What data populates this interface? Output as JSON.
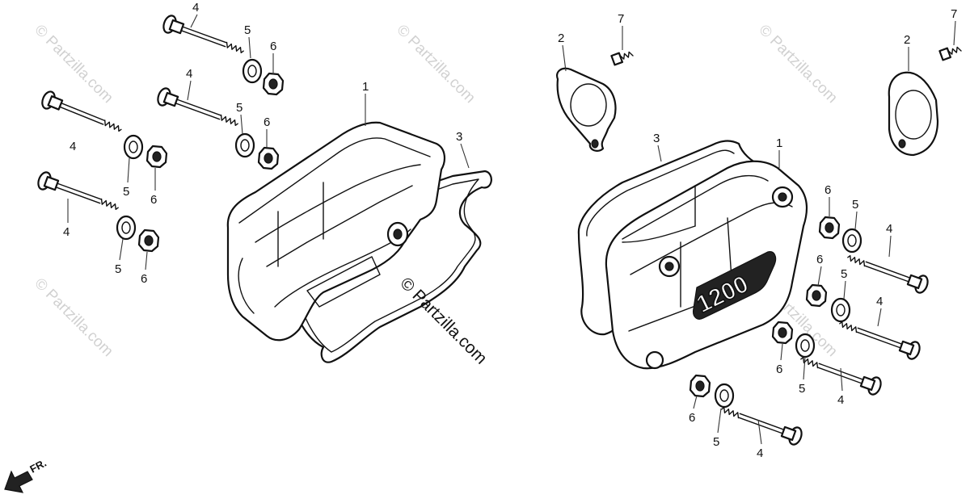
{
  "watermark": {
    "text": "© Partzilla.com",
    "center_text": "© Partzilla.com"
  },
  "direction_label": "FR.",
  "cover_badge": "1200",
  "callouts": {
    "cover": "1",
    "cap": "2",
    "gasket": "3",
    "bolt": "4",
    "washer": "5",
    "nut": "6",
    "screw": "7"
  },
  "colors": {
    "line": "#111111",
    "background": "#ffffff",
    "watermark": "#b0b0b0"
  }
}
